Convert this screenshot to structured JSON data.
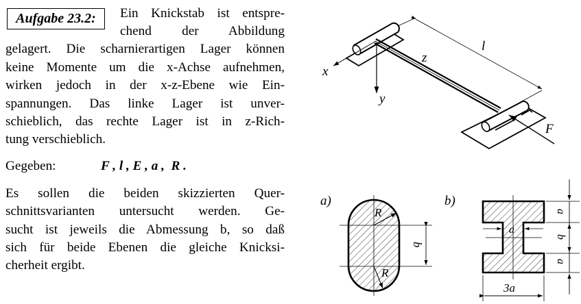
{
  "task": {
    "title": "Aufgabe 23.2:",
    "paragraph1_lines": [
      "Ein Knickstab ist entspre-",
      "chend der Abbildung",
      "gelagert. Die scharnierartigen Lager können",
      "keine Momente um die x-Achse aufnehmen,",
      "wirken jedoch in der x-z-Ebene wie Ein-",
      "spannungen. Das linke Lager ist unver-",
      "schieblich, das rechte Lager ist in z-Rich-",
      "tung verschieblich."
    ],
    "given_label": "Gegeben:",
    "given_values": "F , l , E , a ,  R .",
    "paragraph2_lines": [
      "Es sollen die beiden skizzierten Quer-",
      "schnittsvarianten untersucht werden. Ge-",
      "sucht ist jeweils die Abmessung b, so daß",
      "sich für beide Ebenen die gleiche Knicksi-",
      "cherheit ergibt."
    ]
  },
  "figure": {
    "axis_x": "x",
    "axis_y": "y",
    "axis_z": "z",
    "length": "l",
    "force": "F",
    "section_a": {
      "label": "a)",
      "radius_top": "R",
      "radius_bottom": "R",
      "dim_b": "b"
    },
    "section_b": {
      "label": "b)",
      "dim_top": "a",
      "dim_mid": "b",
      "dim_bottom": "a",
      "web": "a",
      "width": "3a"
    }
  }
}
